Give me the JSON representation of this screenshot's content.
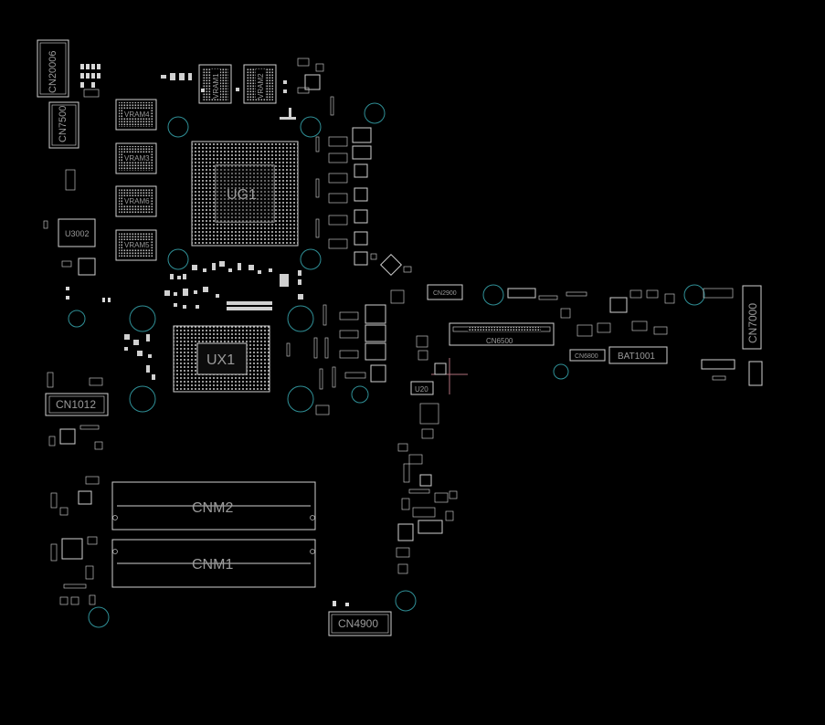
{
  "board": {
    "colors": {
      "background": "#000000",
      "outline": "#cfcfcf",
      "label": "#9a9a9a",
      "mounting_hole": "#2f8f96",
      "crosshair": "#b0707c"
    },
    "labels": {
      "cn20006": "CN20006",
      "cn7500": "CN7500",
      "vram1": "VRAM1",
      "vram2": "VRAM2",
      "vram3": "VRAM3",
      "vram4": "VRAM4",
      "vram5": "VRAM5",
      "vram6": "VRAM6",
      "ug1": "UG1",
      "ux1": "UX1",
      "u3002": "U3002",
      "u20": "U20",
      "cn1012": "CN1012",
      "cnm1": "CNM1",
      "cnm2": "CNM2",
      "cn4900": "CN4900",
      "cn6500": "CN6500",
      "cn2900": "CN2900",
      "cn6800": "CN6800",
      "bat1001": "BAT1001",
      "cn7000": "CN7000"
    }
  }
}
